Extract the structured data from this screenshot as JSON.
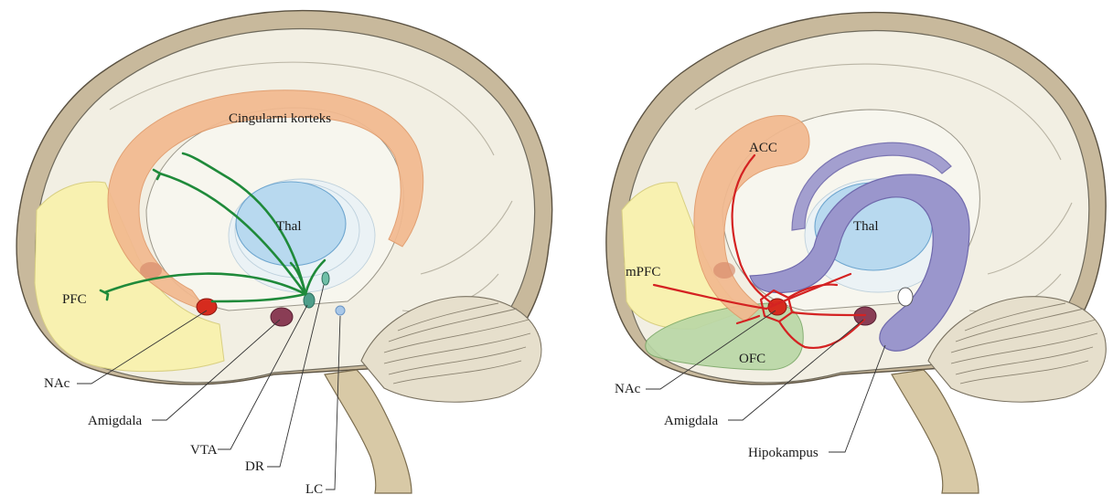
{
  "left_figure": {
    "labels": {
      "cingulate": "Cingularni korteks",
      "thal": "Thal",
      "pfc": "PFC",
      "nac": "NAc",
      "amygdala": "Amigdala",
      "vta": "VTA",
      "dr": "DR",
      "lc": "LC"
    }
  },
  "right_figure": {
    "labels": {
      "acc": "ACC",
      "thal": "Thal",
      "mpfc": "mPFC",
      "ofc": "OFC",
      "nac": "NAc",
      "amygdala": "Amigdala",
      "hippocampus": "Hipokampus"
    }
  },
  "colors": {
    "skull": "#c8b99c",
    "brain": "#f2efe3",
    "cingulate": "#f2b98f",
    "pfc": "#f8f1b0",
    "thalamus": "#b8d9ef",
    "green_pathway": "#1f8a3a",
    "red_pathway": "#d42222",
    "hippocampus": "#9a96cc",
    "ofc": "#b9d7a6",
    "nac": "#d62b1e",
    "amygdala": "#8a3d55",
    "vta_dr": "#4e9e8a",
    "lc": "#a9c8e8"
  }
}
